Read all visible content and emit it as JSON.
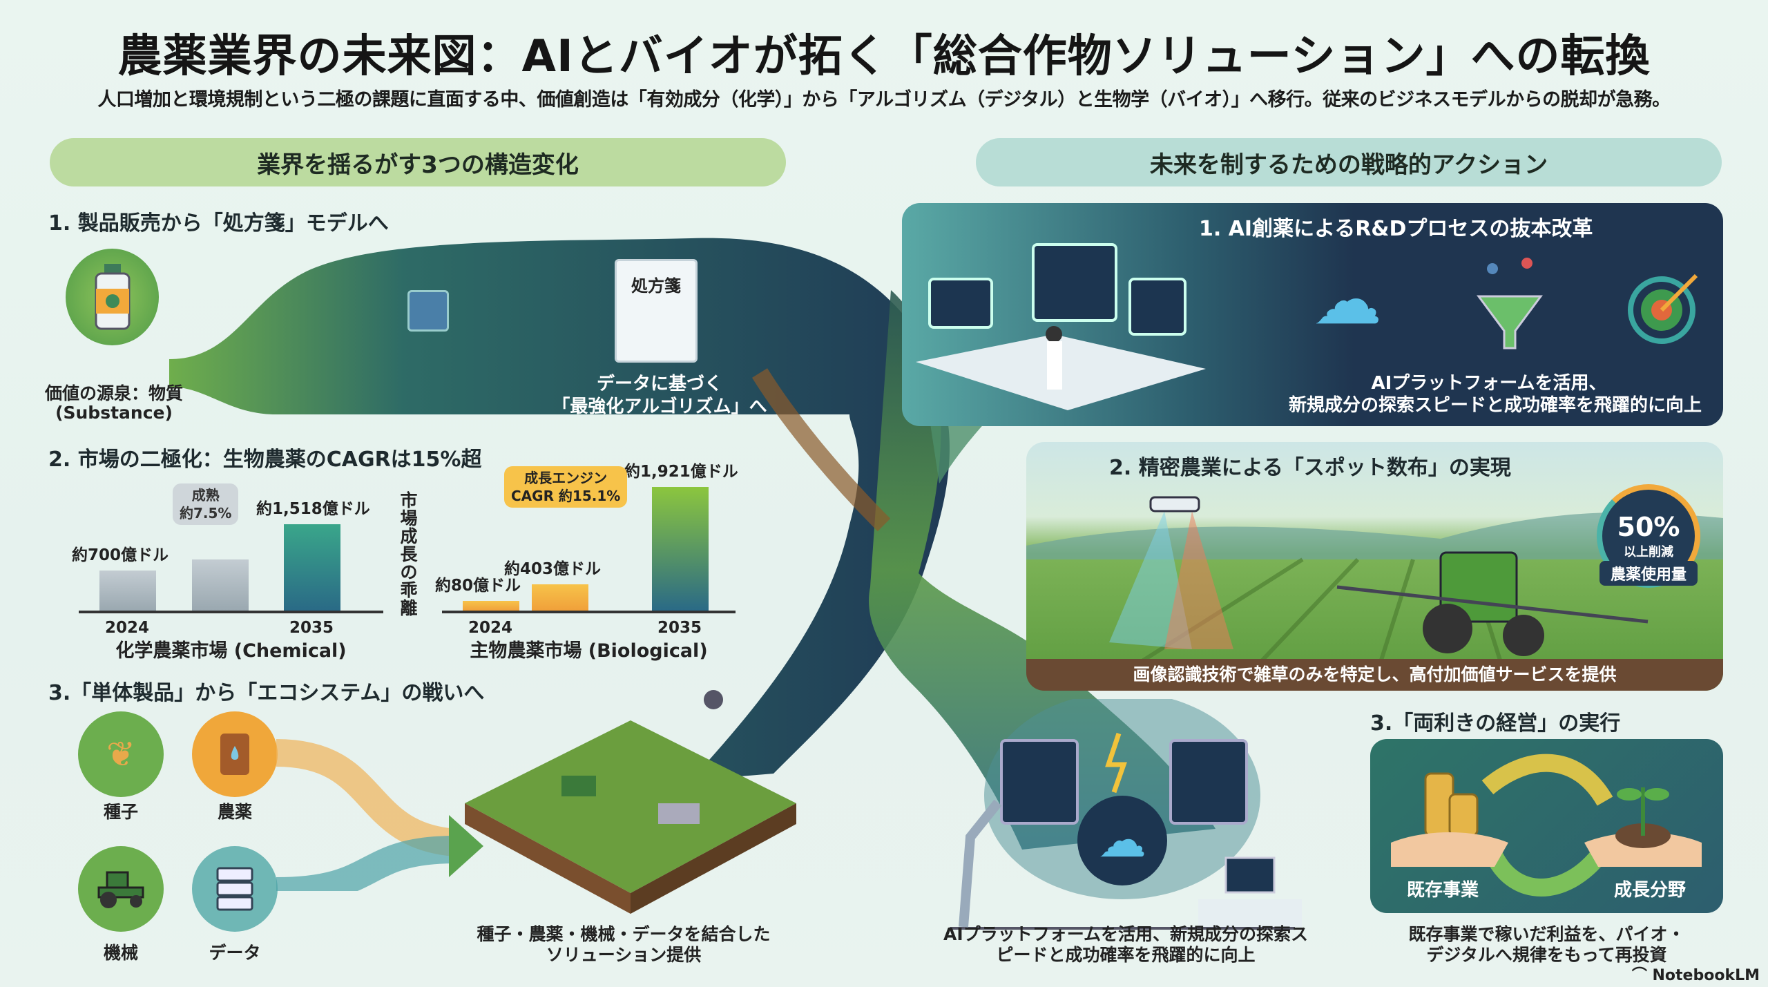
{
  "header": {
    "title": "農薬業界の未来図：AIとバイオが拓く「総合作物ソリューション」への転換",
    "subtitle": "人口増加と環境規制という二極の課題に直面する中、価値創造は「有効成分（化学）」から「アルゴリズム（デジタル）と生物学（バイオ）」へ移行。従来のビジネスモデルからの脱却が急務。"
  },
  "left": {
    "banner": "業界を揺るがす3つの構造変化",
    "s1": {
      "heading": "1. 製品販売から「処方箋」モデルへ",
      "source_label": "価値の源泉：物質",
      "source_sub": "(Substance)",
      "doc_title": "処方箋",
      "target_label_1": "データに基づく",
      "target_label_2": "「最強化アルゴリズム」へ"
    },
    "s2": {
      "heading": "2. 市場の二極化：生物農薬のCAGRは15%超",
      "divider_label": "市場成長の乖離"
    },
    "s3": {
      "heading": "3.「単体製品」から「エコシステム」の戦いへ",
      "items": [
        "種子",
        "農薬",
        "機械",
        "データ"
      ],
      "caption_1": "種子・農薬・機械・データを結合した",
      "caption_2": "ソリューション提供"
    }
  },
  "chart_data": [
    {
      "type": "bar",
      "title": "化学農薬市場 (Chemical)",
      "categories": [
        "2024",
        "",
        "2035"
      ],
      "values": [
        700,
        900,
        1518
      ],
      "unit": "億ドル",
      "data_labels": [
        "約700億ドル",
        "",
        "約1,518億ドル"
      ],
      "callout": [
        "成熟",
        "約7.5%"
      ],
      "color": "#2c7a86"
    },
    {
      "type": "bar",
      "title": "主物農薬市場 (Biological)",
      "categories": [
        "2024",
        "",
        "2035"
      ],
      "values": [
        80,
        403,
        1921
      ],
      "unit": "億ドル",
      "data_labels": [
        "約80億ドル",
        "約403億ドル",
        "約1,921億ドル"
      ],
      "callout": [
        "成長エンジン",
        "CAGR 約15.1%"
      ],
      "color": "#f2a93b"
    }
  ],
  "right": {
    "banner": "未来を制するための戦略的アクション",
    "a1": {
      "heading": "1. AI創薬によるR&Dプロセスの抜本改革",
      "caption_1": "AIプラットフォームを活用、",
      "caption_2": "新規成分の探索スピードと成功確率を飛躍的に向上"
    },
    "a2": {
      "heading": "2. 精密農業による「スポット数布」の実現",
      "gauge_value": "50%",
      "gauge_percent": 50,
      "gauge_sub": "以上削減",
      "gauge_label": "農薬使用量",
      "caption": "画像認識技術で雑草のみを特定し、高付加価値サービスを提供"
    },
    "center_caption_1": "AIプラットフォームを活用、新規成分の探索ス",
    "center_caption_2": "ピードと成功確率を飛躍的に向上",
    "a3": {
      "heading": "3.「両利きの経営」の実行",
      "left_label": "既存事業",
      "right_label": "成長分野",
      "caption_1": "既存事業で稼いだ利益を、パイオ・",
      "caption_2": "デジタルへ規律をもって再投資"
    }
  },
  "watermark": "NotebookLM"
}
